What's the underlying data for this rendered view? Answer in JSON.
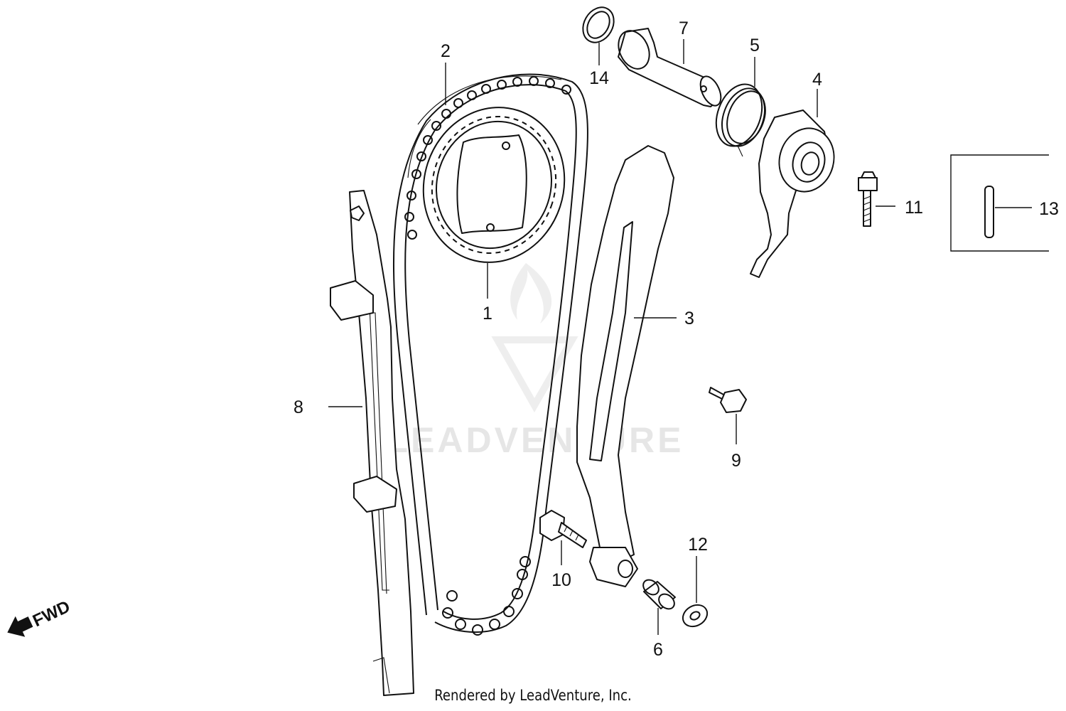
{
  "watermark": {
    "text": "LEADVENTURE"
  },
  "direction_indicator": {
    "label": "FWD"
  },
  "footer": {
    "credit": "Rendered by LeadVenture, Inc."
  },
  "callouts": [
    {
      "id": "1",
      "label": "1"
    },
    {
      "id": "2",
      "label": "2"
    },
    {
      "id": "3",
      "label": "3"
    },
    {
      "id": "4",
      "label": "4"
    },
    {
      "id": "5",
      "label": "5"
    },
    {
      "id": "6",
      "label": "6"
    },
    {
      "id": "7",
      "label": "7"
    },
    {
      "id": "8",
      "label": "8"
    },
    {
      "id": "9",
      "label": "9"
    },
    {
      "id": "10",
      "label": "10"
    },
    {
      "id": "11",
      "label": "11"
    },
    {
      "id": "12",
      "label": "12"
    },
    {
      "id": "13",
      "label": "13"
    },
    {
      "id": "14",
      "label": "14"
    }
  ],
  "colors": {
    "line": "#111111",
    "background": "#ffffff",
    "watermark": "#e6e6e6"
  }
}
